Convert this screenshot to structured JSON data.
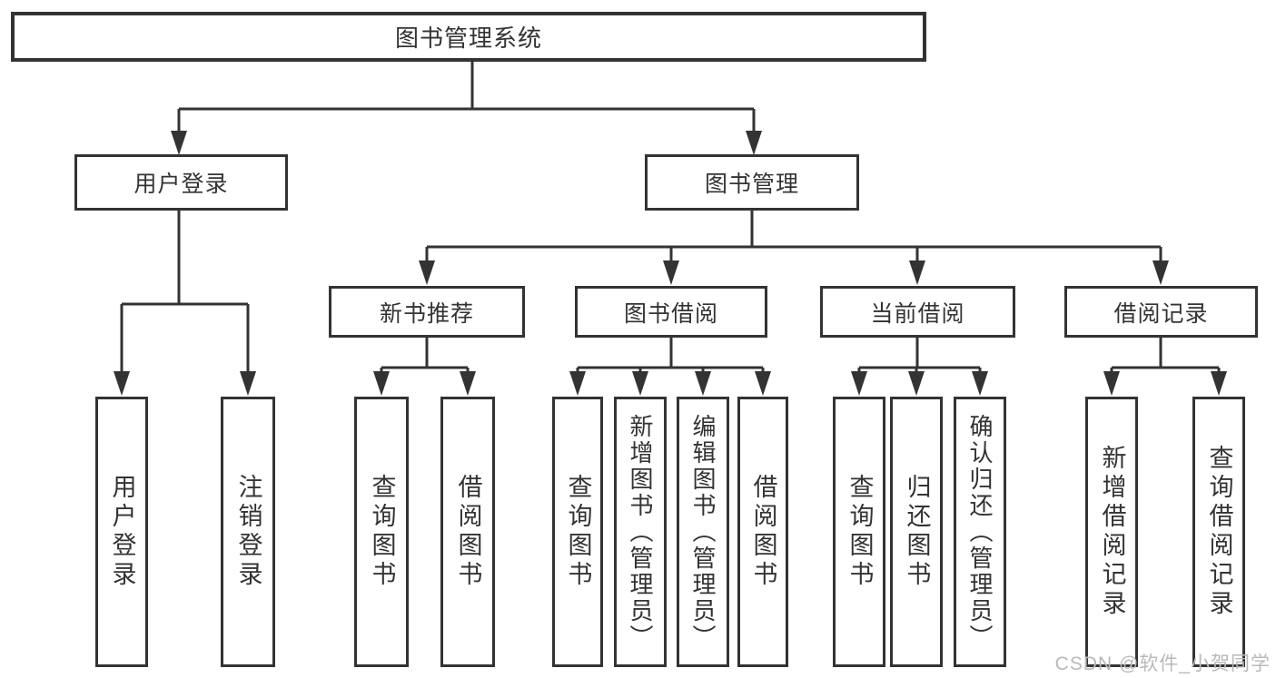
{
  "tree": {
    "root": {
      "label": "图书管理系统"
    },
    "branches": [
      {
        "label": "用户登录",
        "children": [
          "用户登录",
          "注销登录"
        ]
      },
      {
        "label": "图书管理",
        "groups": [
          {
            "label": "新书推荐",
            "children": [
              "查询图书",
              "借阅图书"
            ]
          },
          {
            "label": "图书借阅",
            "children": [
              "查询图书",
              "新增图书（管理员）",
              "编辑图书（管理员）",
              "借阅图书"
            ]
          },
          {
            "label": "当前借阅",
            "children": [
              "查询图书",
              "归还图书",
              "确认归还（管理员）"
            ]
          },
          {
            "label": "借阅记录",
            "children": [
              "新增借阅记录",
              "查询借阅记录"
            ]
          }
        ]
      }
    ]
  },
  "watermark": "CSDN @软件_小贺同学",
  "colors": {
    "line": "#333333",
    "text": "#333333",
    "background": "#ffffff",
    "watermark": "#b9b9b9"
  }
}
